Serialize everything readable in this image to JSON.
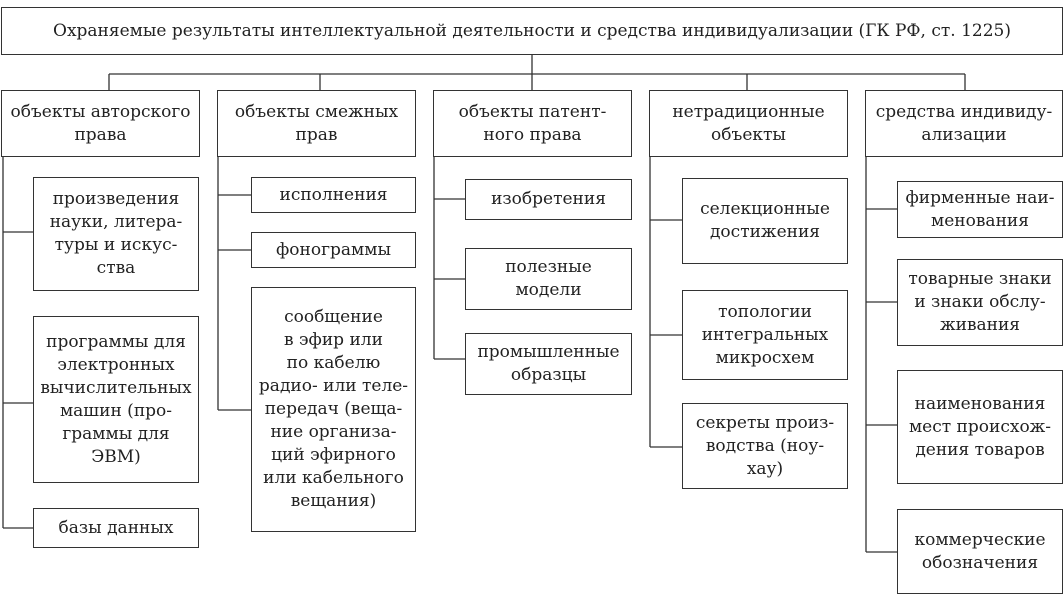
{
  "root": "Охраняемые результаты интеллектуальной деятельности и средства индивидуализации (ГК РФ, ст. 1225)",
  "categories": [
    {
      "label": "объекты авторского\nправа",
      "children": [
        "произведения\nнауки, литера-\nтуры и искус-\nства",
        "программы для\nэлектронных\nвычислительных\nмашин (про-\nграммы для\nЭВМ)",
        "базы данных"
      ]
    },
    {
      "label": "объекты смежных\nправ",
      "children": [
        "исполнения",
        "фонограммы",
        "сообщение\nв эфир или\nпо кабелю\nрадио- или теле-\nпередач (веща-\nние организа-\nций эфирного\nили кабельного\nвещания)"
      ]
    },
    {
      "label": "объекты патент-\nного права",
      "children": [
        "изобретения",
        "полезные\nмодели",
        "промышленные\nобразцы"
      ]
    },
    {
      "label": "нетрадиционные\nобъекты",
      "children": [
        "селекционные\nдостижения",
        "топологии\nинтегральных\nмикросхем",
        "секреты произ-\nводства (ноу-\nхау)"
      ]
    },
    {
      "label": "средства индивиду-\nализации",
      "children": [
        "фирменные наи-\nменования",
        "товарные знаки\nи знаки обслу-\nживания",
        "наименования\nмест происхож-\nдения товаров",
        "коммерческие\nобозначения"
      ]
    }
  ]
}
